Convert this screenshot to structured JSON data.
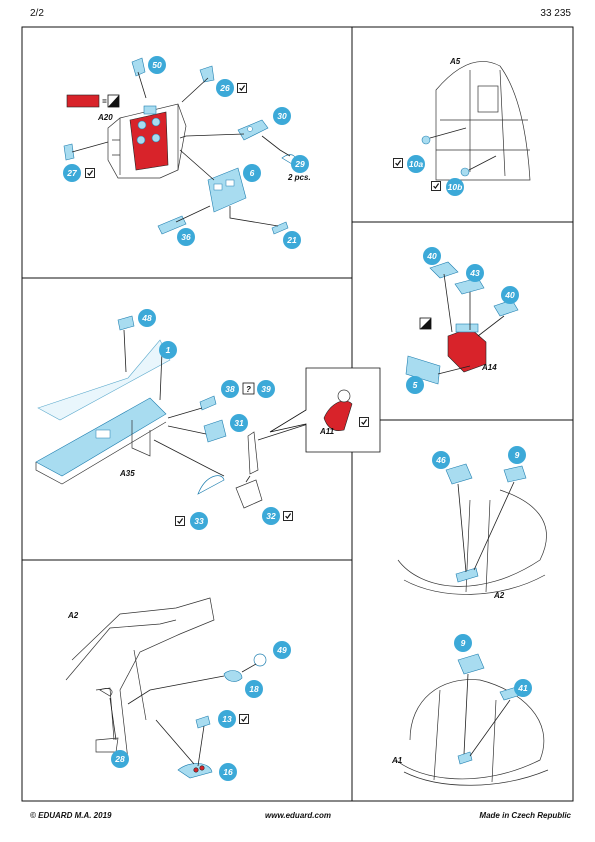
{
  "header": {
    "page": "2/2",
    "code": "33 235"
  },
  "footer": {
    "copyright": "© EDUARD  M.A. 2019",
    "website": "www.eduard.com",
    "origin": "Made in Czech Republic"
  },
  "colors": {
    "part_fill": "#a8dcf0",
    "part_number_bubble": "#3ca9d8",
    "paint_red": "#d8232a",
    "ink": "#111111"
  },
  "panel_tl": {
    "part_labels": {
      "p50": "50",
      "p26": "26",
      "p30": "30",
      "p29": "29",
      "p27": "27",
      "p6": "6",
      "p36": "36",
      "p21": "21"
    },
    "reference": "A20",
    "note_2pcs": "2 pcs.",
    "equals": "="
  },
  "panel_tr": {
    "reference": "A5",
    "part_labels": {
      "p10a": "10a",
      "p10b": "10b"
    }
  },
  "panel_mr": {
    "reference": "A14",
    "part_labels": {
      "p40a": "40",
      "p43": "43",
      "p40b": "40",
      "p5": "5"
    }
  },
  "panel_ml": {
    "reference": "A35",
    "callout_reference": "A11",
    "question_mark": "?",
    "part_labels": {
      "p48": "48",
      "p1": "1",
      "p38": "38",
      "p39": "39",
      "p31": "31",
      "p33": "33",
      "p32": "32"
    }
  },
  "panel_br1": {
    "reference": "A2",
    "part_labels": {
      "p46": "46",
      "p9": "9"
    }
  },
  "panel_br2": {
    "reference": "A1",
    "part_labels": {
      "p9": "9",
      "p41": "41"
    }
  },
  "panel_bl": {
    "reference": "A2",
    "part_labels": {
      "p49": "49",
      "p18": "18",
      "p13": "13",
      "p28": "28",
      "p16": "16"
    }
  }
}
